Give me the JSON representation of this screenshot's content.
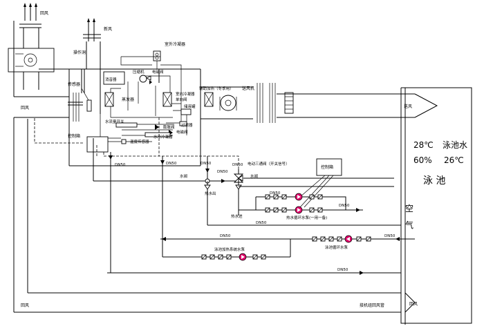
{
  "labels": {
    "return_air_top": "回风",
    "fresh_air": "新风",
    "operation_hole": "操作洞",
    "sensor": "传感器",
    "return_air_left": "回风",
    "outdoor_condenser": "室外冷凝器",
    "muffler": "消音器",
    "compressor": "压缩机",
    "solenoid_valve": "电磁阀",
    "evaporator": "蒸发器",
    "indoor_condenser": "室内冷凝器",
    "check_valve": "单向阀",
    "aux_heat": "辅助加热（冬季用）",
    "supply_fan": "送风机",
    "receiver": "储液罐",
    "filter": "过滤器",
    "expansion_valve": "膨胀阀",
    "solenoid_valve2": "电磁阀",
    "water_flow_switch": "水流量开关",
    "temp_sensor": "温度传感器",
    "water_condenser": "水冷冷凝器",
    "control_box": "控制箱",
    "control_box2": "控制箱",
    "three_way_valve": "电动三通阀（开关信号）",
    "water_valve_right": "水阀",
    "water_valve_left": "水阀",
    "hot_water_out": "热水出",
    "hot_water_in": "热水进",
    "hot_water_pump": "热水循环水泵(一用一备)",
    "pool_pump": "泳池循环水泵",
    "pool_heat_pump": "泳池加热系统水泵",
    "supply_air": "送风",
    "return_air_bottom": "回风",
    "return_duct": "接机组回风管",
    "return_air_right": "回风",
    "air_char1": "空",
    "air_char2": "气",
    "dn_a": "DN50",
    "dn_b": "DN50",
    "dn_c": "DN50",
    "dn_d": "DN50",
    "dn_e": "DN50",
    "dn_f": "DN50",
    "dn_g": "DN50",
    "dn_h": "DN50",
    "dn_i": "DN50",
    "dn_j": "DN50",
    "dn_k": "DN50"
  },
  "pool": {
    "air_temp": "28℃",
    "water_label": "泳池水",
    "humidity": "60%",
    "water_temp": "26℃",
    "name": "泳 池"
  },
  "colors": {
    "pump": "#e0006a",
    "line": "#000000"
  }
}
